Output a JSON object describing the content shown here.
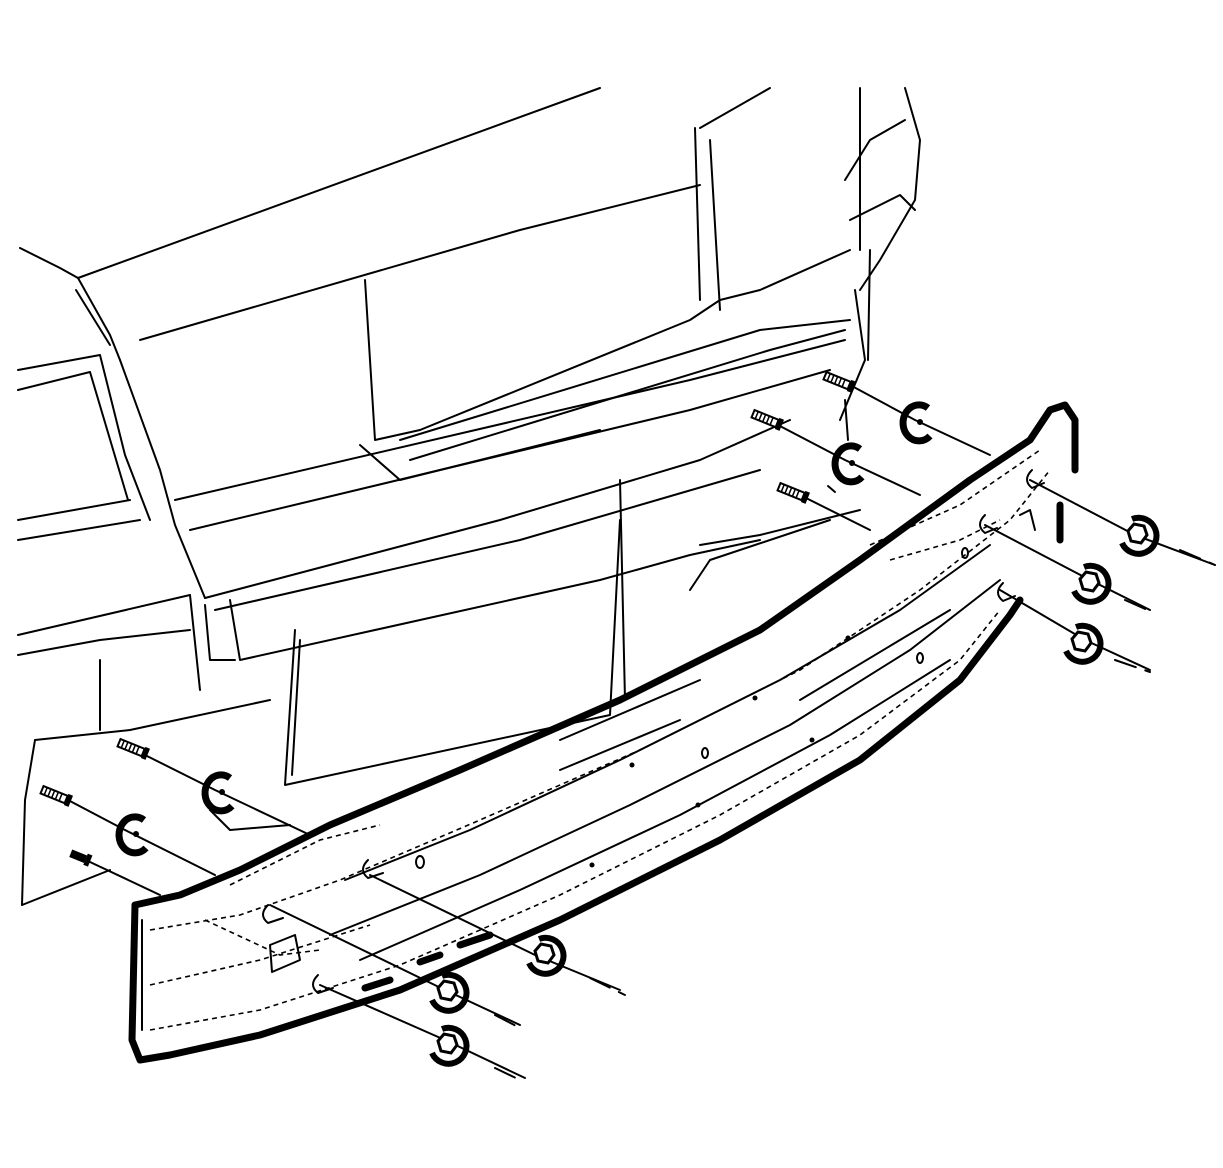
{
  "diagram": {
    "subject": "rear-bumper-impact-bar-exploded-view",
    "colors": {
      "line": "#000000",
      "background": "#ffffff"
    },
    "icons": [
      "bolt-icon",
      "retainer-clip-icon",
      "nut-icon",
      "impact-bar-icon"
    ],
    "left_bolts": 3,
    "right_bolts": 3,
    "left_nuts": 3,
    "right_nuts": 3
  }
}
